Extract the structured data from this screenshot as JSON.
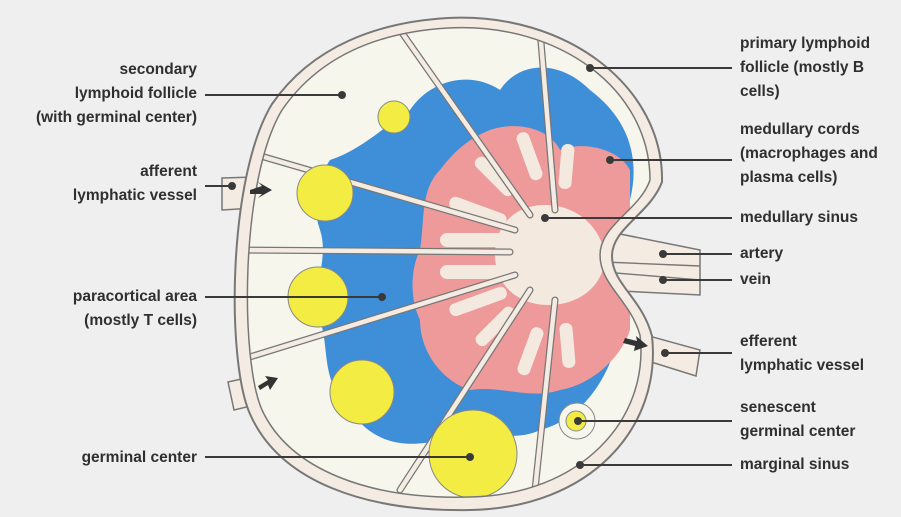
{
  "colors": {
    "background": "#efefef",
    "capsule": "#f4ece2",
    "outline": "#777777",
    "follicle_fill": "#f6f6ec",
    "germinal": "#f2ec43",
    "paracortex": "#3f8ed8",
    "cords": "#ef9a9a",
    "sinus": "#f3e9de",
    "leader": "#3a3a3a"
  },
  "labels": {
    "secondary_follicle": [
      "secondary",
      "lymphoid follicle",
      "(with germinal center)"
    ],
    "afferent": [
      "afferent",
      "lymphatic vessel"
    ],
    "paracortical": [
      "paracortical area",
      "(mostly T cells)"
    ],
    "germinal_center": [
      "germinal center"
    ],
    "primary_follicle": [
      "primary lymphoid",
      "follicle (mostly B",
      "cells)"
    ],
    "medullary_cords": [
      "medullary cords",
      "(macrophages and",
      "plasma cells)"
    ],
    "medullary_sinus": [
      "medullary sinus"
    ],
    "artery": [
      "artery"
    ],
    "vein": [
      "vein"
    ],
    "efferent": [
      "efferent",
      "lymphatic vessel"
    ],
    "senescent": [
      "senescent",
      "germinal center"
    ],
    "marginal_sinus": [
      "marginal sinus"
    ]
  }
}
